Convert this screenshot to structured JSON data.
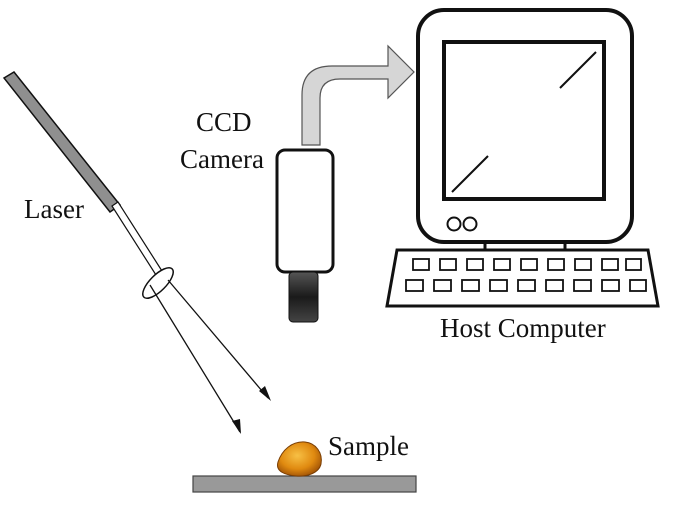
{
  "labels": {
    "ccd": "CCD",
    "camera": "Camera",
    "laser": "Laser",
    "host_computer": "Host Computer",
    "sample": "Sample"
  },
  "colors": {
    "outline": "#111111",
    "laser_gray": "#8f8f8f",
    "arrow_gray": "#d6d6d6",
    "sample_orange": "#e08a10",
    "plate_gray": "#999999",
    "lens_dark": "#3a3a3a"
  }
}
